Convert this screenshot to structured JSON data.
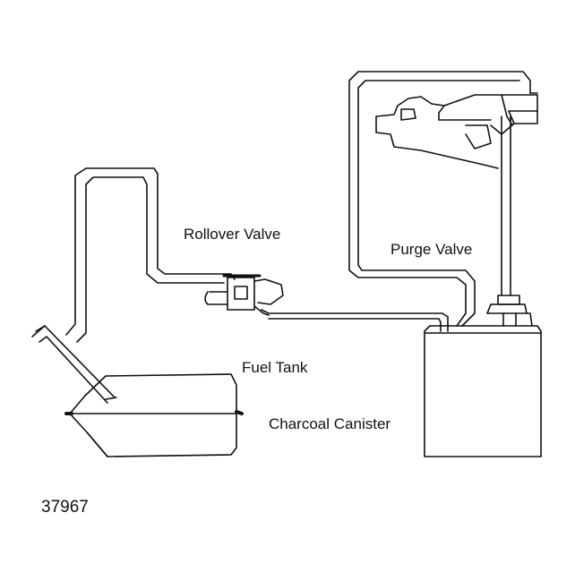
{
  "labels": {
    "rollover_valve": "Rollover Valve",
    "purge_valve": "Purge Valve",
    "fuel_tank": "Fuel Tank",
    "charcoal_canister": "Charcoal Canister",
    "figure_number": "37967"
  },
  "colors": {
    "line": "#111111",
    "background": "#ffffff"
  }
}
